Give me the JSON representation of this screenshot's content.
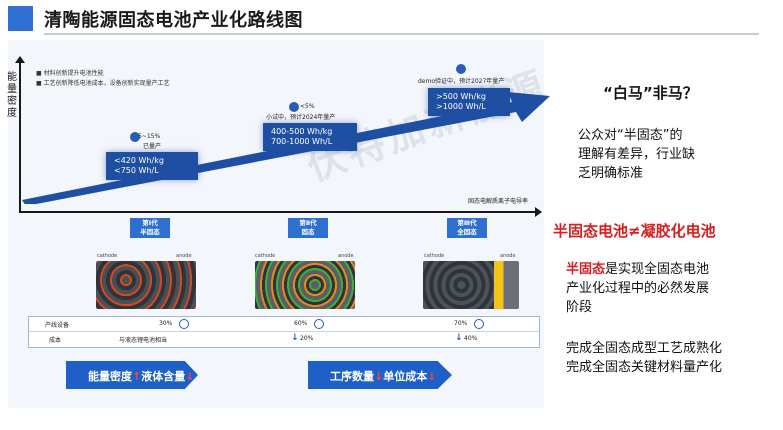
{
  "header": {
    "title": "清陶能源固态电池产业化路线图"
  },
  "chart": {
    "ylabel": "能量密度",
    "xlabel": "固态电解质离子电导率",
    "bullets": [
      "材料创新提升电池性能",
      "工艺创新降低电池成本，设备创新实现量产工艺"
    ],
    "stages": [
      {
        "percent": "5~15%",
        "status": "已量产",
        "lines": [
          "<420 Wh/kg",
          "<750 Wh/L"
        ]
      },
      {
        "percent": "<5%",
        "status": "小试中，预计2024年量产",
        "lines": [
          "400-500 Wh/kg",
          "700-1000 Wh/L"
        ]
      },
      {
        "percent": "demo验证中，预计2027年量产",
        "status": "",
        "lines": [
          ">500 Wh/kg",
          ">1000 Wh/L"
        ]
      }
    ]
  },
  "generations": [
    {
      "gen": "第Ⅰ代",
      "state": "半固态",
      "cathode": "cathode",
      "anode": "anode"
    },
    {
      "gen": "第Ⅱ代",
      "state": "固态",
      "cathode": "cathode",
      "anode": "anode"
    },
    {
      "gen": "第Ⅲ代",
      "state": "全固态",
      "cathode": "cathode",
      "anode": "anode"
    }
  ],
  "table": {
    "row1_label": "产线设备",
    "row2_label": "成本",
    "row1_values": [
      "30%",
      "60%",
      "70%"
    ],
    "row2_values": [
      "与液态锂电池相当",
      "20%",
      "40%"
    ]
  },
  "arrows": {
    "left": {
      "a": "能量密度",
      "sym1": "↑",
      "b": "液体含量",
      "sym2": "↓"
    },
    "right": {
      "a": "工序数量",
      "sym1": "↓",
      "b": "单位成本",
      "sym2": "↓"
    }
  },
  "right_panel": {
    "question": "“白马”非马？",
    "para1": [
      "公众对“半固态”的",
      "理解有差异，行业缺",
      "乏明确标准"
    ],
    "red_title": "半固态电池≠凝胶化电池",
    "para2_red": "半固态",
    "para2": [
      "是实现全固态电池",
      "产业化过程中的必然发展",
      "阶段"
    ],
    "para3": [
      "完成全固态成型工艺成熟化",
      "完成全固态关键材料量产化"
    ]
  },
  "watermark": "伏特加新能源"
}
